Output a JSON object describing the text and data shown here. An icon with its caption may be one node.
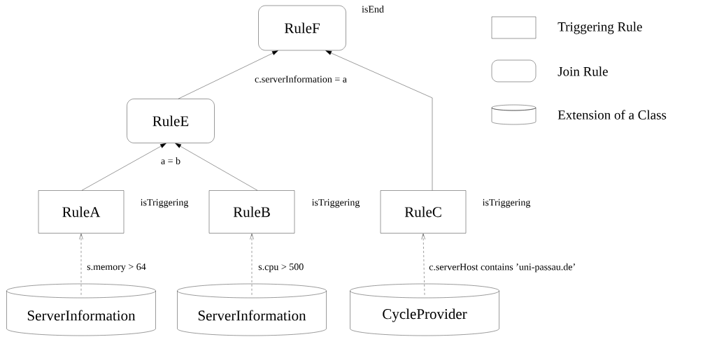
{
  "diagram": {
    "nodes": [
      {
        "text": [
          "RuleF"
        ],
        "beside": [
          "isEnd"
        ]
      },
      {
        "text": [
          "RuleE"
        ]
      },
      {
        "text": [
          "RuleA"
        ],
        "beside": [
          "isTriggering"
        ]
      },
      {
        "text": [
          "RuleB"
        ],
        "beside": [
          "isTriggering"
        ]
      },
      {
        "text": [
          "RuleC"
        ],
        "beside": [
          "isTriggering"
        ]
      },
      {
        "text": [
          "ServerInformation"
        ]
      },
      {
        "text": [
          "ServerInformation"
        ]
      },
      {
        "text": [
          "CycleProvider"
        ]
      }
    ],
    "edges": [
      {
        "from": 1,
        "to": 0,
        "arrow": "to",
        "label": "c.serverInformation = a"
      },
      {
        "from": 4,
        "to": 0,
        "arrow": "to"
      },
      {
        "from": 2,
        "to": 1,
        "arrow": "to",
        "label": "a = b"
      },
      {
        "from": 3,
        "to": 1,
        "arrow": "to"
      },
      {
        "from": 5,
        "to": 2,
        "arrow": "to",
        "style": "dashed",
        "label": "s.memory > 64"
      },
      {
        "from": 6,
        "to": 3,
        "arrow": "to",
        "style": "dashed",
        "label": "s.cpu > 500"
      },
      {
        "from": 7,
        "to": 4,
        "arrow": "to",
        "style": "dashed",
        "label": "c.serverHost contains ’uni-passau.de’"
      }
    ],
    "legend": [
      {
        "text": "Triggering Rule"
      },
      {
        "text": "Join Rule"
      },
      {
        "text": "Extension of a Class"
      }
    ]
  }
}
